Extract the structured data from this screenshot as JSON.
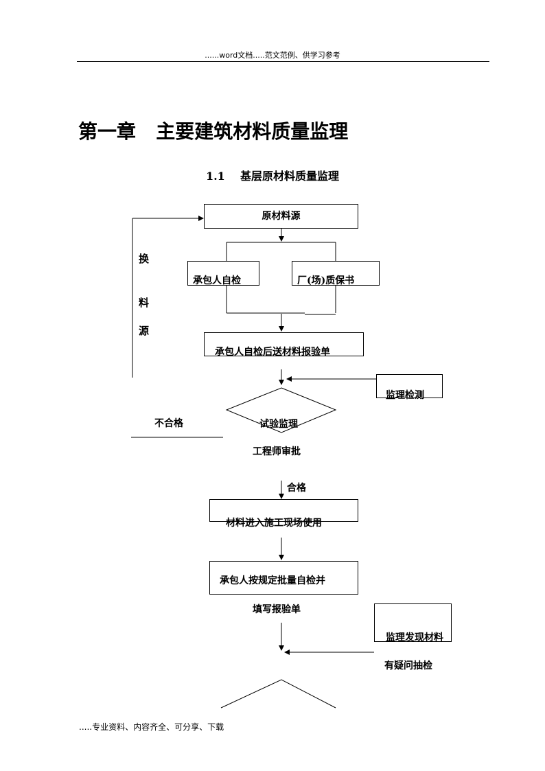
{
  "header": {
    "text": "......word文档.....范文范例、供学习参考"
  },
  "chapter_title": "第一章   主要建筑材料质量监理",
  "section_title": "1.1    基层原材料质量监理",
  "flowchart": {
    "raw_source": "原材料源",
    "contractor_self_check": "承包人自检",
    "factory_warranty": "厂(场)质保书",
    "report_form": "承包人自检后送材料报验单",
    "supervision_test": "监理检测",
    "test_supervision": "试验监理",
    "engineer_approval": "工程师审批",
    "unqualified": "不合格",
    "qualified": "合格",
    "change_source": [
      "换",
      "料",
      "源"
    ],
    "material_enter_site": "材料进入施工现场使用",
    "batch_self_check": "承包人按规定批量自检并",
    "fill_report": "填写报验单",
    "supervision_find": "监理发现材料",
    "doubtful_sampling": "有疑问抽检"
  },
  "footer": {
    "text": ".....专业资料、内容齐全、可分享、下载"
  }
}
